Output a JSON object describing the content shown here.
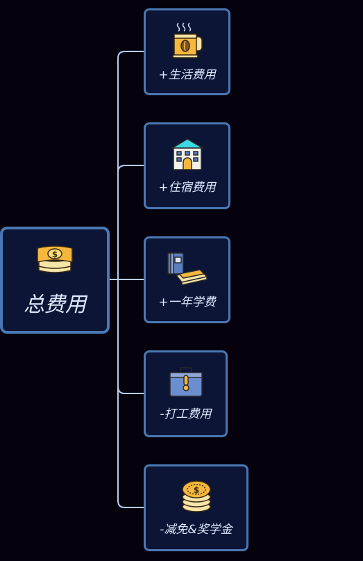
{
  "root": {
    "label": "总费用",
    "icon": "money-stack-icon"
  },
  "children": [
    {
      "label": "+生活费用",
      "icon": "coffee-cup-icon"
    },
    {
      "label": "+住宿费用",
      "icon": "building-icon"
    },
    {
      "label": "+一年学费",
      "icon": "books-icon"
    },
    {
      "label": "-打工费用",
      "icon": "briefcase-icon"
    },
    {
      "label": "-减免&奖学金",
      "icon": "coin-stack-icon"
    }
  ],
  "colors": {
    "background": "#06020d",
    "node_fill": "#0c1535",
    "node_border": "#4a78b4",
    "connector": "#b9cdf0",
    "text": "#dfe8ff"
  }
}
